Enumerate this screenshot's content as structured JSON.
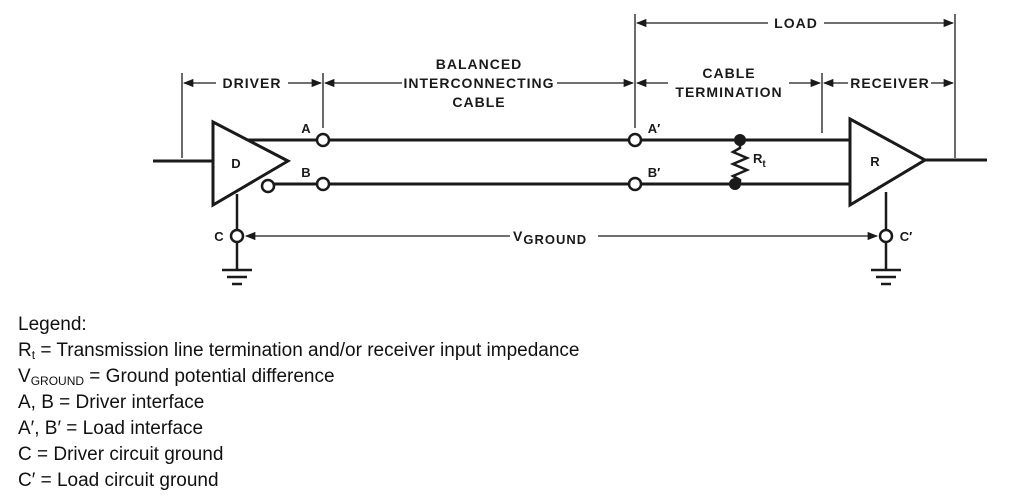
{
  "diagram": {
    "labels": {
      "load": "LOAD",
      "driver": "DRIVER",
      "balanced_line1": "BALANCED",
      "balanced_line2": "INTERCONNECTING",
      "balanced_line3": "CABLE",
      "termination_line1": "CABLE",
      "termination_line2": "TERMINATION",
      "receiver": "RECEIVER",
      "driver_symbol": "D",
      "receiver_symbol": "R",
      "node_a": "A",
      "node_b": "B",
      "node_a_prime": "A′",
      "node_b_prime": "B′",
      "node_c": "C",
      "node_c_prime": "C′",
      "resistor_main": "R",
      "resistor_sub": "t",
      "vground_main": "V",
      "vground_sub": "GROUND"
    }
  },
  "legend": {
    "title": "Legend:",
    "items": [
      {
        "sym": "R",
        "sub": "t",
        "text": " = Transmission line termination and/or receiver input impedance"
      },
      {
        "sym": "V",
        "sub": "GROUND",
        "text": " = Ground potential difference"
      },
      {
        "sym": "A, B",
        "sub": "",
        "text": " = Driver interface"
      },
      {
        "sym": "A′, B′",
        "sub": "",
        "text": " = Load interface"
      },
      {
        "sym": "C",
        "sub": "",
        "text": " = Driver circuit ground"
      },
      {
        "sym": "C′",
        "sub": "",
        "text": " = Load circuit ground"
      }
    ]
  }
}
